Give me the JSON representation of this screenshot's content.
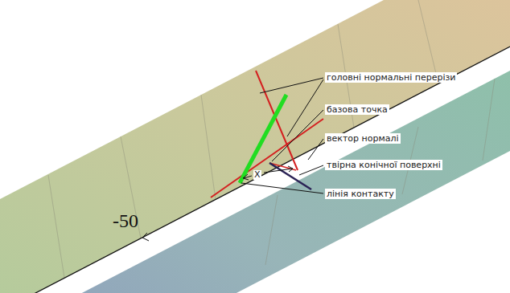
{
  "diagram": {
    "labels": [
      "головні нормальні перерізи",
      "базова точка",
      "вектор нормалі",
      "твірна конічної поверхні",
      "лінія контакту",
      "X",
      "-50"
    ]
  }
}
